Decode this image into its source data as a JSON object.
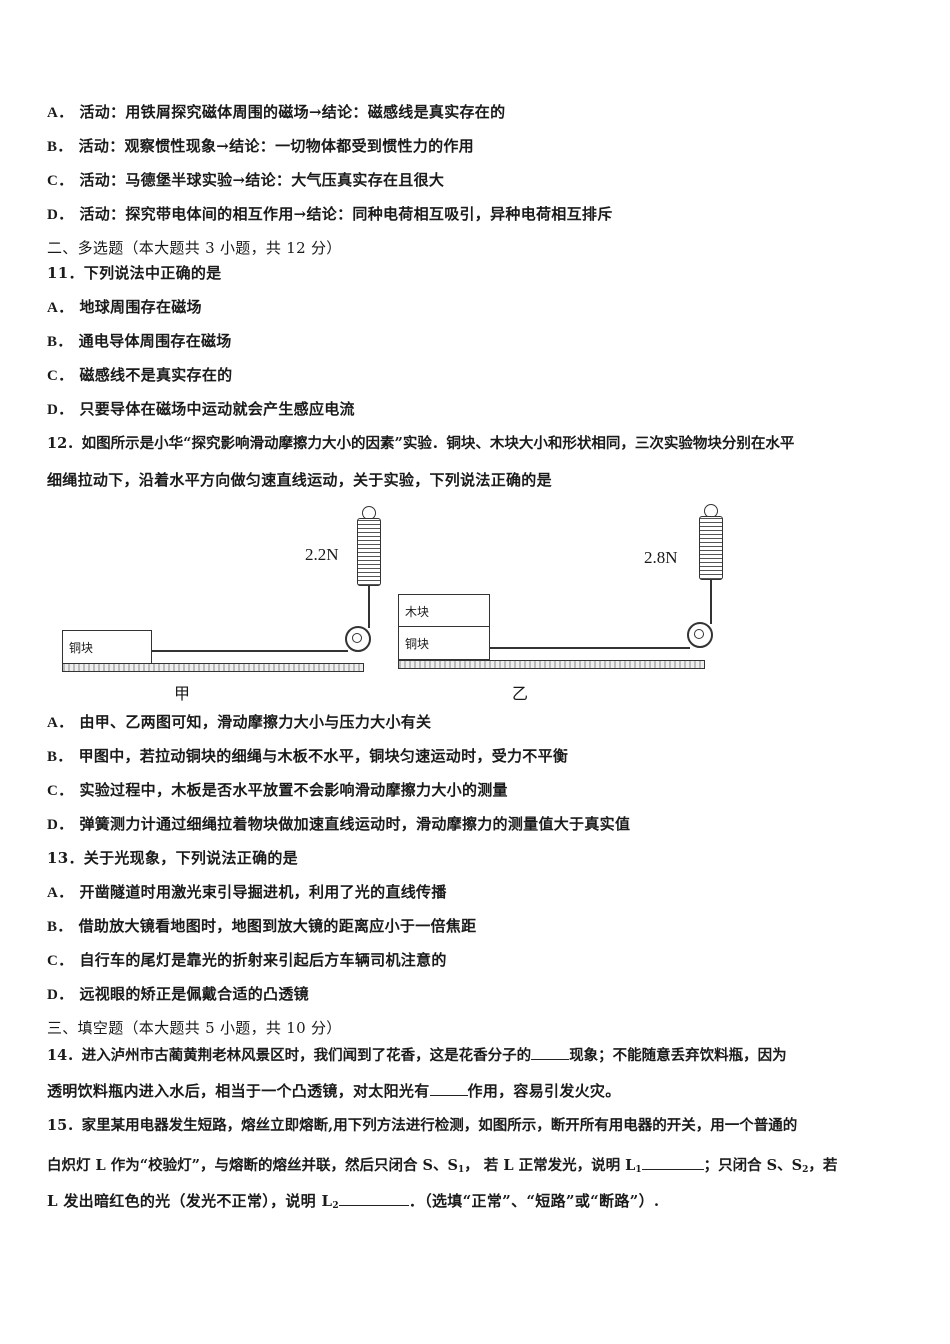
{
  "q10_options": [
    {
      "label": "A．",
      "text": "活动：用铁屑探究磁体周围的磁场→结论：磁感线是真实存在的"
    },
    {
      "label": "B．",
      "text": "活动：观察惯性现象→结论：一切物体都受到惯性力的作用"
    },
    {
      "label": "C．",
      "text": "活动：马德堡半球实验→结论：大气压真实存在且很大"
    },
    {
      "label": "D．",
      "text": "活动：探究带电体间的相互作用→结论：同种电荷相互吸引，异种电荷相互排斥"
    }
  ],
  "section2": {
    "title": "二、多选题（本大题共 3 小题，共 12 分）"
  },
  "q11": {
    "stem": "11．下列说法中正确的是",
    "options": [
      {
        "label": "A．",
        "text": "地球周围存在磁场"
      },
      {
        "label": "B．",
        "text": "通电导体周围存在磁场"
      },
      {
        "label": "C．",
        "text": "磁感线不是真实存在的"
      },
      {
        "label": "D．",
        "text": "只要导体在磁场中运动就会产生感应电流"
      }
    ]
  },
  "q12": {
    "stem_line1": "12．如图所示是小华“探究影响滑动摩擦力大小的因素”实验．铜块、木块大小和形状相同，三次实验物块分别在水平",
    "stem_line2": "细绳拉动下，沿着水平方向做匀速直线运动，关于实验，下列说法正确的是",
    "figure": {
      "jia": {
        "caption": "甲",
        "force": "2.2N",
        "block": "铜块"
      },
      "yi": {
        "caption": "乙",
        "force": "2.8N",
        "block_top": "木块",
        "block_bottom": "铜块"
      }
    },
    "options": [
      {
        "label": "A．",
        "text": "由甲、乙两图可知，滑动摩擦力大小与压力大小有关"
      },
      {
        "label": "B．",
        "text": "甲图中，若拉动铜块的细绳与木板不水平，铜块匀速运动时，受力不平衡"
      },
      {
        "label": "C．",
        "text": "实验过程中，木板是否水平放置不会影响滑动摩擦力大小的测量"
      },
      {
        "label": "D．",
        "text": "弹簧测力计通过细绳拉着物块做加速直线运动时，滑动摩擦力的测量值大于真实值"
      }
    ]
  },
  "q13": {
    "stem": "13．关于光现象，下列说法正确的是",
    "options": [
      {
        "label": "A．",
        "text": "开凿隧道时用激光束引导掘进机，利用了光的直线传播"
      },
      {
        "label": "B．",
        "text": "借助放大镜看地图时，地图到放大镜的距离应小于一倍焦距"
      },
      {
        "label": "C．",
        "text": "自行车的尾灯是靠光的折射来引起后方车辆司机注意的"
      },
      {
        "label": "D．",
        "text": "远视眼的矫正是佩戴合适的凸透镜"
      }
    ]
  },
  "section3": {
    "title": "三、填空题（本大题共 5 小题，共 10 分）"
  },
  "q14": {
    "l1_a": "14．进入泸州市古蔺黄荆老林风景区时，我们闻到了花香，这是花香分子的",
    "l1_b": "现象；不能随意丢弃饮料瓶，因为",
    "l2_a": "透明饮料瓶内进入水后，相当于一个凸透镜，对太阳光有",
    "l2_b": "作用，容易引发火灾。"
  },
  "q15": {
    "l1": "15．家里某用电器发生短路，熔丝立即熔断,用下列方法进行检测，如图所示，断开所有用电器的开关，用一个普通的",
    "l2_a": "白炽灯 L 作为“校验灯”，与熔断的熔丝并联，然后只闭合 S、S",
    "l2_sub1": "1",
    "l2_b": "， 若 L 正常发光，说明 L",
    "l2_sub2": "1",
    "l2_c": "；只闭合 S、S",
    "l2_sub3": "2",
    "l2_d": "，若",
    "l3_a": "L 发出暗红色的光（发光不正常），说明 L",
    "l3_sub": "2",
    "l3_b": "．（选填“正常”、“短路”或“断路”）."
  }
}
